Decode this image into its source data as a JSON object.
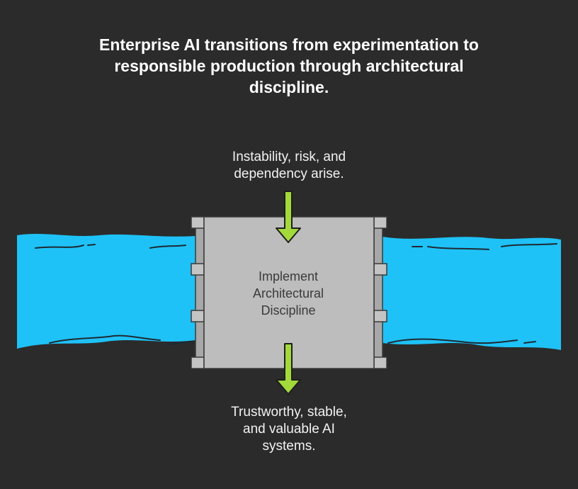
{
  "title": {
    "line1": "Enterprise AI transitions from experimentation to",
    "line2": "responsible production through architectural",
    "line3": "discipline."
  },
  "input": {
    "line1": "Instability, risk, and",
    "line2": "dependency arise."
  },
  "block": {
    "line1": "Implement",
    "line2": "Architectural",
    "line3": "Discipline"
  },
  "output": {
    "line1": "Trustworthy, stable,",
    "line2": "and valuable AI",
    "line3": "systems."
  },
  "colors": {
    "background": "#2b2b2b",
    "water": "#1ec2f7",
    "dam": "#bdbdbd",
    "dam_frame": "#9a9a9a",
    "arrow": "#a3d93b"
  }
}
